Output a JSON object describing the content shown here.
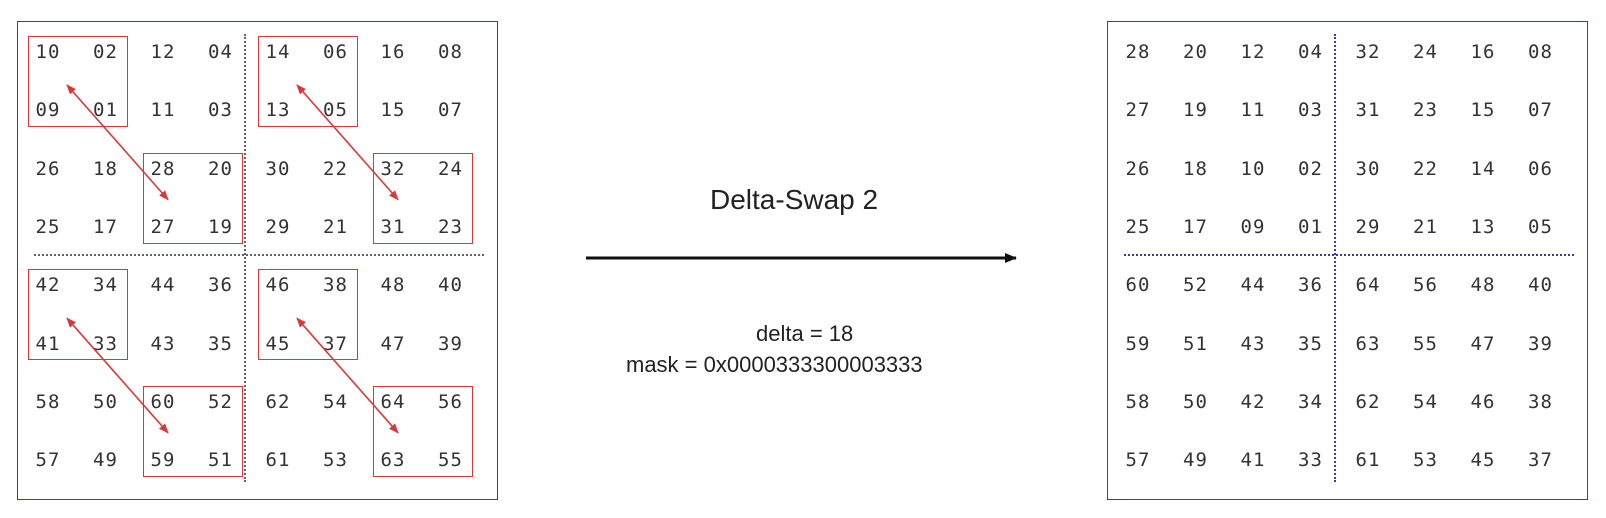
{
  "title": "Delta-Swap 2",
  "delta_label": "delta = 18",
  "mask_label": "mask = 0x0000333300003333",
  "colors": {
    "panel_border": "#3b3ba6",
    "highlight": "#d9383a",
    "arrow": "#d9383a",
    "text": "#333333"
  },
  "left_grid": {
    "rows": [
      [
        "10",
        "02",
        "12",
        "04",
        "14",
        "06",
        "16",
        "08"
      ],
      [
        "09",
        "01",
        "11",
        "03",
        "13",
        "05",
        "15",
        "07"
      ],
      [
        "26",
        "18",
        "28",
        "20",
        "30",
        "22",
        "32",
        "24"
      ],
      [
        "25",
        "17",
        "27",
        "19",
        "29",
        "21",
        "31",
        "23"
      ],
      [
        "42",
        "34",
        "44",
        "36",
        "46",
        "38",
        "48",
        "40"
      ],
      [
        "41",
        "33",
        "43",
        "35",
        "45",
        "37",
        "47",
        "39"
      ],
      [
        "58",
        "50",
        "60",
        "52",
        "62",
        "54",
        "64",
        "56"
      ],
      [
        "57",
        "49",
        "59",
        "51",
        "61",
        "53",
        "63",
        "55"
      ]
    ]
  },
  "right_grid": {
    "rows": [
      [
        "28",
        "20",
        "12",
        "04",
        "32",
        "24",
        "16",
        "08"
      ],
      [
        "27",
        "19",
        "11",
        "03",
        "31",
        "23",
        "15",
        "07"
      ],
      [
        "26",
        "18",
        "10",
        "02",
        "30",
        "22",
        "14",
        "06"
      ],
      [
        "25",
        "17",
        "09",
        "01",
        "29",
        "21",
        "13",
        "05"
      ],
      [
        "60",
        "52",
        "44",
        "36",
        "64",
        "56",
        "48",
        "40"
      ],
      [
        "59",
        "51",
        "43",
        "35",
        "63",
        "55",
        "47",
        "39"
      ],
      [
        "58",
        "50",
        "42",
        "34",
        "62",
        "54",
        "46",
        "38"
      ],
      [
        "57",
        "49",
        "41",
        "33",
        "61",
        "53",
        "45",
        "37"
      ]
    ]
  },
  "swap_pairs": [
    {
      "from": [
        0,
        0
      ],
      "to": [
        2,
        2
      ]
    },
    {
      "from": [
        0,
        4
      ],
      "to": [
        2,
        6
      ]
    },
    {
      "from": [
        4,
        0
      ],
      "to": [
        6,
        2
      ]
    },
    {
      "from": [
        4,
        4
      ],
      "to": [
        6,
        6
      ]
    }
  ]
}
